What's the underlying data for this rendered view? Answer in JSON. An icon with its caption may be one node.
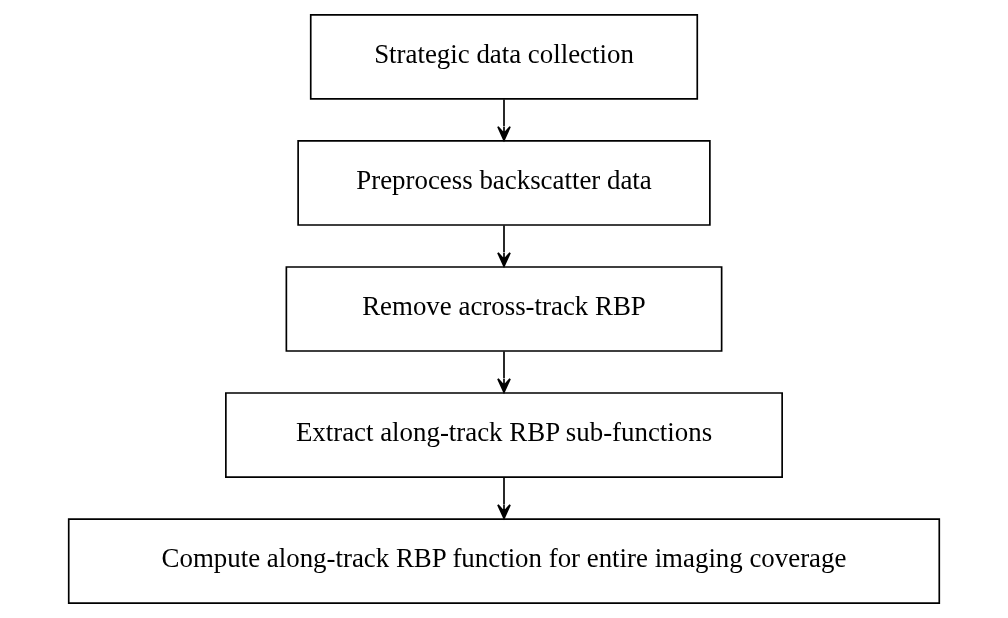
{
  "diagram": {
    "nodes": [
      {
        "text": [
          "Strategic data collection"
        ]
      },
      {
        "text": [
          "Preprocess backscatter data"
        ]
      },
      {
        "text": [
          "Remove across-track RBP"
        ]
      },
      {
        "text": [
          "Extract along-track RBP sub-functions"
        ]
      },
      {
        "text": [
          "Compute along-track RBP function for entire imaging coverage"
        ]
      }
    ],
    "edges": [
      {
        "from": 0,
        "to": 1,
        "arrow": "to"
      },
      {
        "from": 1,
        "to": 2,
        "arrow": "to"
      },
      {
        "from": 2,
        "to": 3,
        "arrow": "to"
      },
      {
        "from": 3,
        "to": 4,
        "arrow": "to"
      }
    ]
  }
}
